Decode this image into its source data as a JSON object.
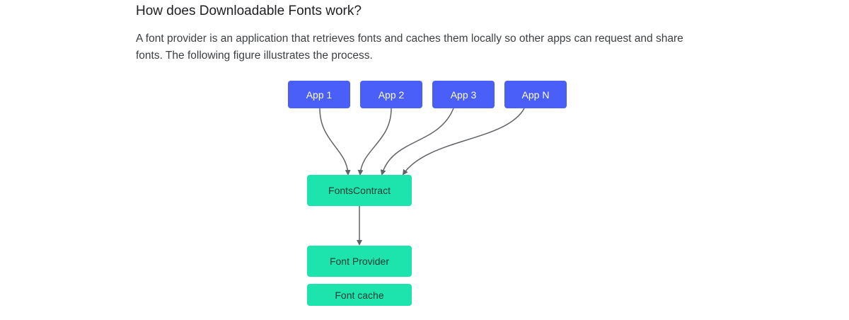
{
  "article": {
    "heading": "How does Downloadable Fonts work?",
    "paragraph": "A font provider is an application that retrieves fonts and caches them locally so other apps can request and share fonts. The following figure illustrates the process."
  },
  "diagram": {
    "apps": [
      {
        "label": "App 1"
      },
      {
        "label": "App 2"
      },
      {
        "label": "App 3"
      },
      {
        "label": "App N"
      }
    ],
    "fonts_contract": "FontsContract",
    "font_provider": "Font Provider",
    "font_cache": "Font cache",
    "colors": {
      "app_node": "#4a5ef8",
      "component_node": "#1de3ad",
      "edge": "#5f6368"
    }
  }
}
